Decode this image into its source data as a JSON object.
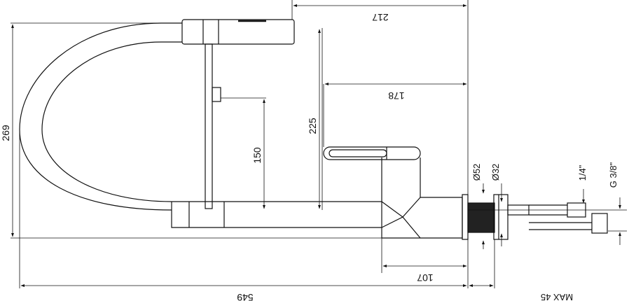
{
  "drawing": {
    "dimensions": {
      "overall_length": "549",
      "height_total": "269",
      "spout_reach": "217",
      "lever_reach": "178",
      "spout_height": "225",
      "outlet_height": "150",
      "base_offset": "107",
      "max_thickness": "MAX 45",
      "base_diameter": "Ø52",
      "hole_diameter": "Ø32",
      "hose_thread_small": "1/4\"",
      "hose_thread_large": "G 3/8\""
    }
  }
}
